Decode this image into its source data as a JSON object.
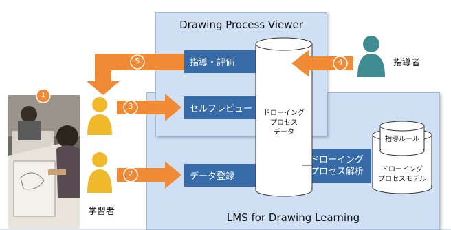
{
  "viewer": {
    "title": "Drawing Process Viewer"
  },
  "lms": {
    "title": "LMS for Drawing Learning"
  },
  "boxes": {
    "guidance": "指導・評価",
    "self_review": "セルフレビュー",
    "data_register": "データ登録",
    "process_analysis_line1": "ドローイング",
    "process_analysis_line2": "プロセス解析"
  },
  "database": {
    "line1": "ドローイング",
    "line2": "プロセス",
    "line3": "データ"
  },
  "knowledge": {
    "rules": "指導ルール",
    "model_line1": "ドローイング",
    "model_line2": "プロセスモデル"
  },
  "actors": {
    "teacher": "指導者",
    "learner": "学習者"
  },
  "steps": [
    "1",
    "2",
    "3",
    "4",
    "5"
  ],
  "colors": {
    "panel": "#cfe0f4",
    "box": "#366ba7",
    "arrow": "#f08a35",
    "person_learner": "#f0b92b",
    "person_teacher": "#3f8c93"
  }
}
